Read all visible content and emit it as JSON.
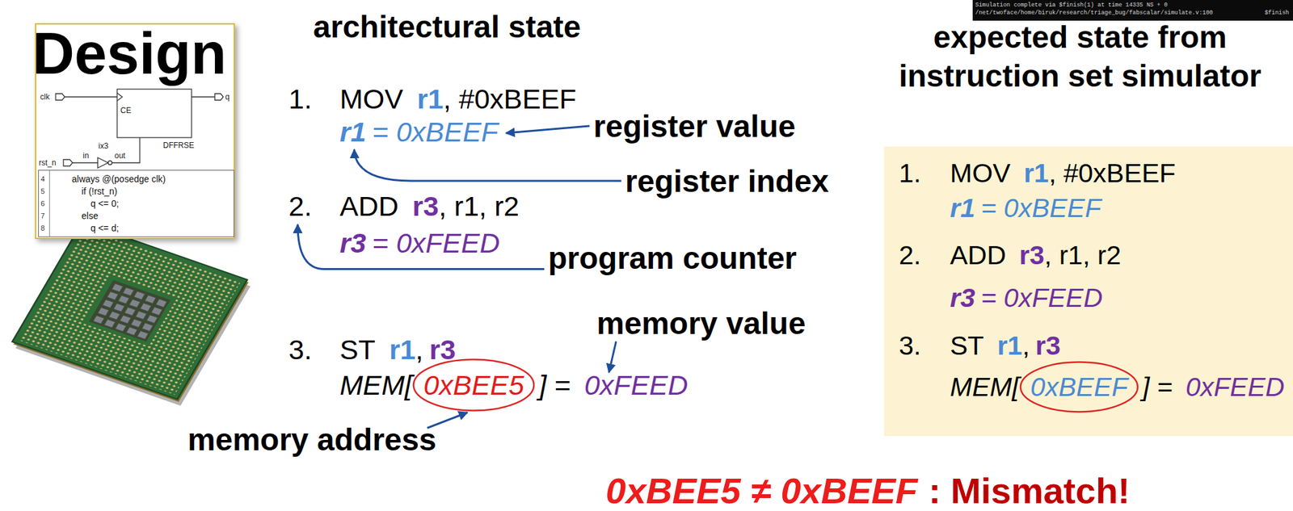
{
  "diagram": {
    "nodes": [
      {
        "text": [
          "Design"
        ]
      },
      {
        "text": [
          "always @(posedge clk)",
          "if (!rst_n)",
          "q <= 0;",
          "else",
          "q <= d;"
        ],
        "in": 0
      },
      {
        "text": [
          "Simulation complete via $finish(1) at time 14335 NS + 0",
          "/net/twoface/home/biruk/research/triage_bug/fabscalar/simulate.v:100",
          "$finish"
        ]
      },
      {
        "text": [
          "1.",
          "MOV",
          "r1",
          ", #0xBEEF",
          "r1",
          "= 0xBEEF",
          "2.",
          "ADD",
          "r3",
          ", r1, r2",
          "r3",
          "= 0xFEED",
          "3.",
          "ST",
          "r1",
          ",",
          "r3",
          "MEM[",
          "] =",
          "0xFEED"
        ]
      },
      {
        "text": [
          "0xBEE5"
        ]
      },
      {
        "text": [
          "0xBEEF"
        ],
        "in": 3
      }
    ],
    "labels": [
      "architectural state",
      "1.",
      "MOV",
      "r1",
      ", #0xBEEF",
      "r1",
      "= 0xBEEF",
      "register value",
      "register index",
      "2.",
      "ADD",
      "r3",
      ", r1, r2",
      "r3",
      "= 0xFEED",
      "program counter",
      "memory value",
      "3.",
      "ST",
      "r1",
      ",",
      "r3",
      "MEM[",
      "] =",
      "0xFEED",
      "memory address",
      "expected state from instruction set simulator",
      "0xBEE5 ≠ 0xBEEF",
      ": Mismatch!",
      "clk",
      "q",
      "CE",
      "DFFRSE",
      "ix3",
      "in",
      "out",
      "rst_n",
      "4",
      "5",
      "6",
      "7",
      "8"
    ]
  }
}
